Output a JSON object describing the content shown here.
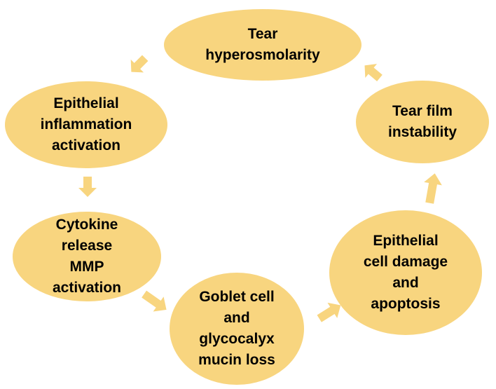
{
  "diagram": {
    "colors": {
      "node_fill": "#f8d57f",
      "arrow_fill": "#f8d57f",
      "text": "#000000",
      "background": "#ffffff"
    },
    "nodes": [
      {
        "id": "tear-hyperosmolarity",
        "label": "Tear\nhyperosmolarity"
      },
      {
        "id": "epithelial-inflammation",
        "label": "Epithelial\ninflammation\nactivation"
      },
      {
        "id": "cytokine-release",
        "label": "Cytokine\nrelease\nMMP\nactivation"
      },
      {
        "id": "goblet-cell",
        "label": "Goblet cell\nand\nglycocalyx\nmucin loss"
      },
      {
        "id": "epithelial-damage",
        "label": "Epithelial\ncell damage\nand\napoptosis"
      },
      {
        "id": "tear-film-instability",
        "label": "Tear film\ninstability"
      }
    ],
    "edges": [
      {
        "from": "tear-hyperosmolarity",
        "to": "epithelial-inflammation"
      },
      {
        "from": "epithelial-inflammation",
        "to": "cytokine-release"
      },
      {
        "from": "cytokine-release",
        "to": "goblet-cell"
      },
      {
        "from": "goblet-cell",
        "to": "epithelial-damage"
      },
      {
        "from": "epithelial-damage",
        "to": "tear-film-instability"
      },
      {
        "from": "tear-film-instability",
        "to": "tear-hyperosmolarity"
      }
    ]
  }
}
